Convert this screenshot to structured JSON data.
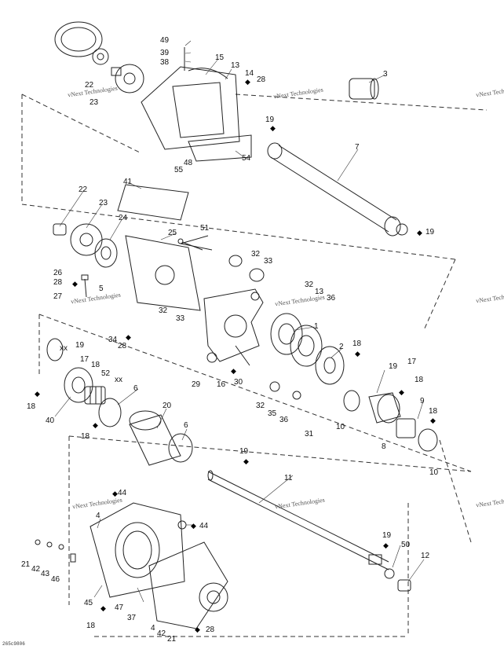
{
  "diagram_code": "265c9806",
  "watermark_text": "vNext Technologies",
  "drop_icon": "◆",
  "callouts": [
    "49",
    "39",
    "38",
    "15",
    "13",
    "14",
    "28",
    "3",
    "22",
    "23",
    "19",
    "7",
    "48",
    "55",
    "54",
    "19",
    "22",
    "23",
    "41",
    "24",
    "25",
    "51",
    "26",
    "28",
    "5",
    "27",
    "32",
    "33",
    "32",
    "13",
    "36",
    "34",
    "28",
    "32",
    "33",
    "29",
    "16",
    "30",
    "1",
    "2",
    "xx",
    "19",
    "17",
    "18",
    "52",
    "xx",
    "18",
    "40",
    "18",
    "6",
    "20",
    "6",
    "32",
    "35",
    "36",
    "31",
    "10",
    "18",
    "19",
    "17",
    "18",
    "9",
    "18",
    "8",
    "10",
    "19",
    "11",
    "44",
    "4",
    "44",
    "21",
    "42",
    "43",
    "46",
    "45",
    "47",
    "37",
    "18",
    "4",
    "42",
    "21",
    "28",
    "19",
    "50",
    "12"
  ]
}
